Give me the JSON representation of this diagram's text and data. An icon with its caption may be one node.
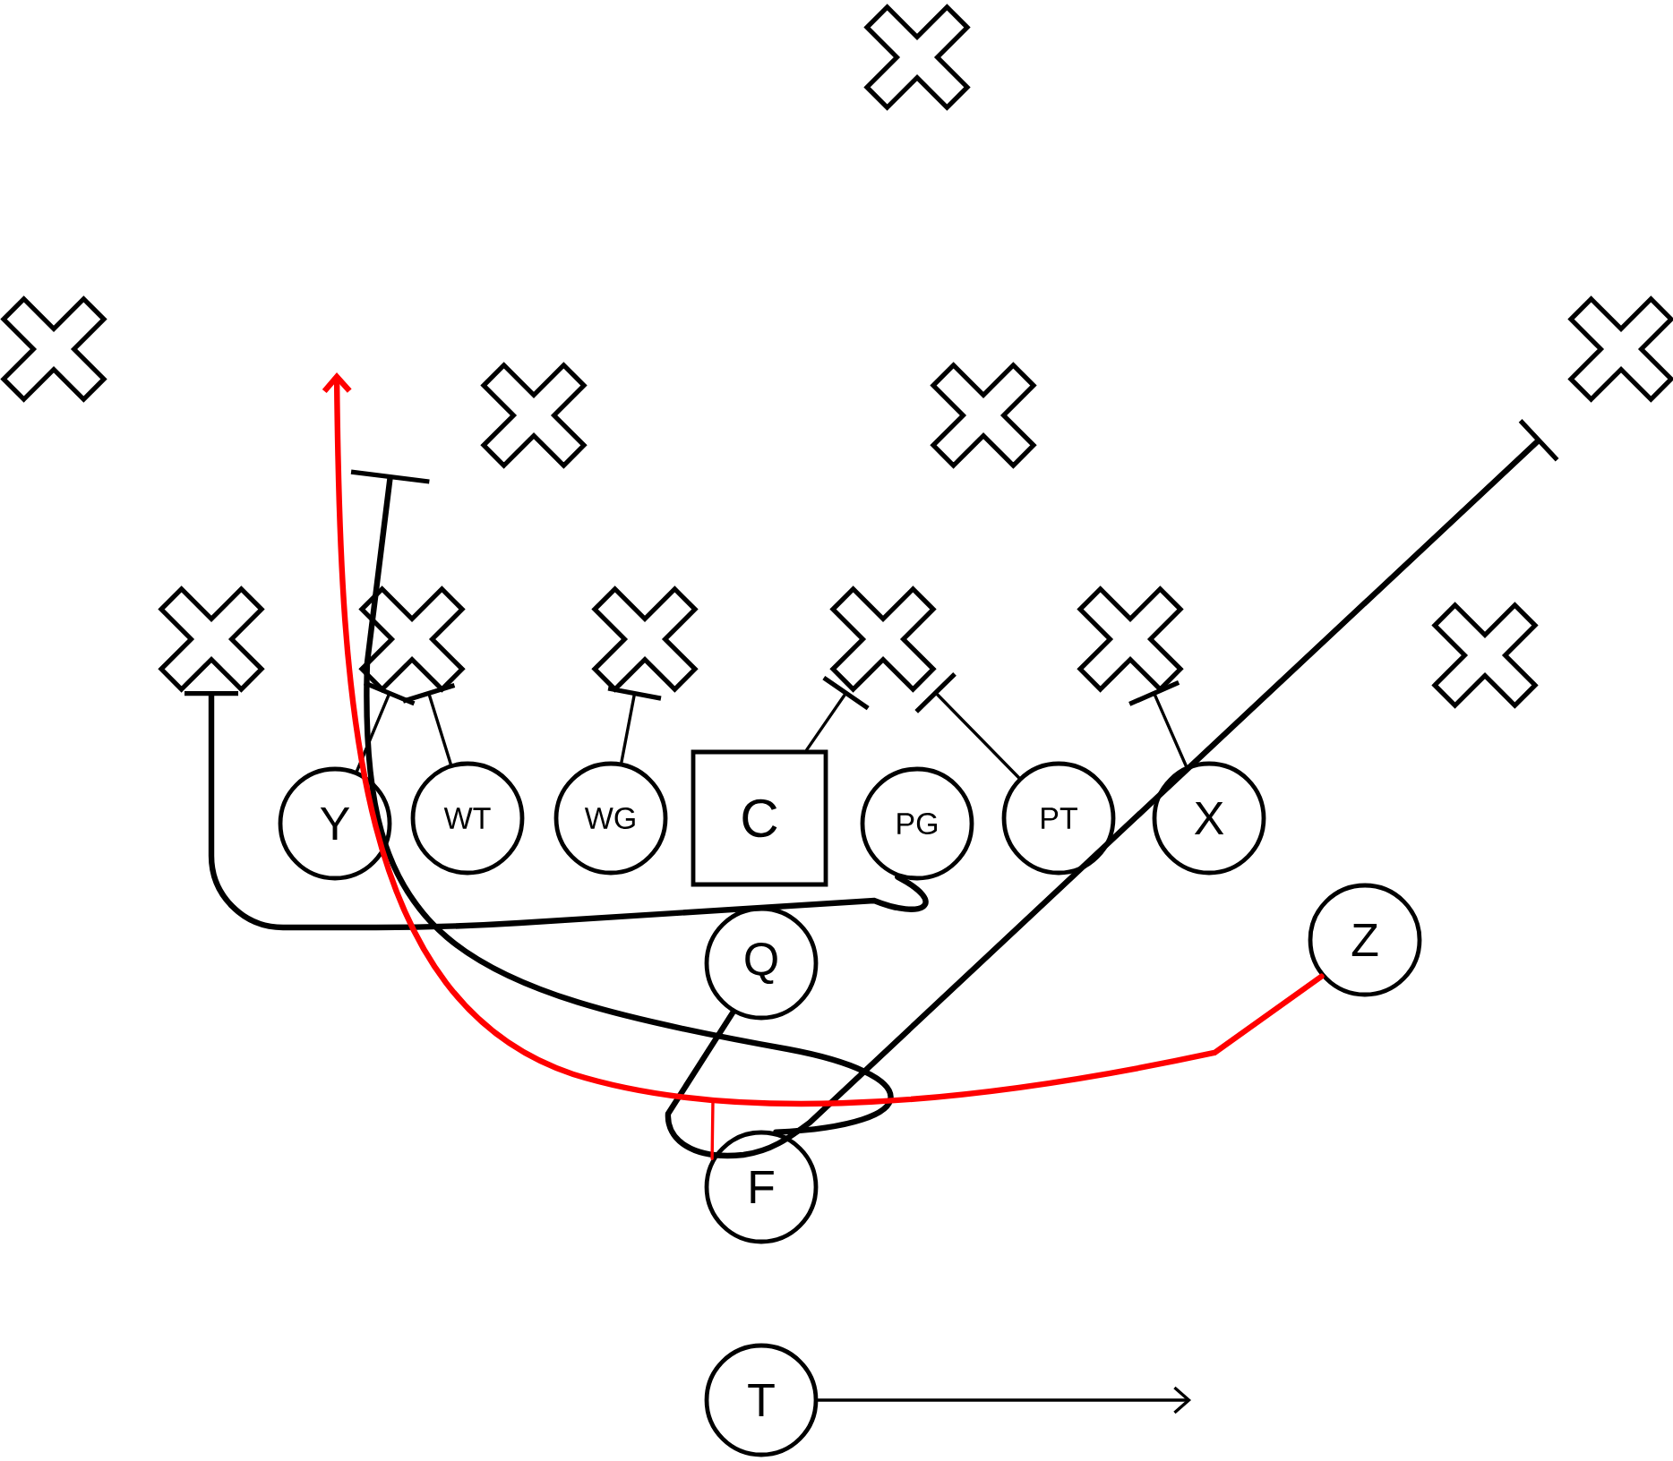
{
  "diagram": {
    "nodes": [
      {
        "text": [],
        "shape": "cross"
      },
      {
        "text": [],
        "shape": "cross"
      },
      {
        "text": [],
        "shape": "cross"
      },
      {
        "text": [],
        "shape": "cross"
      },
      {
        "text": [],
        "shape": "cross"
      },
      {
        "text": [],
        "shape": "cross"
      },
      {
        "text": [],
        "shape": "cross"
      },
      {
        "text": [],
        "shape": "cross"
      },
      {
        "text": [],
        "shape": "cross"
      },
      {
        "text": [],
        "shape": "cross"
      },
      {
        "text": [],
        "shape": "cross"
      },
      {
        "text": [
          "Y"
        ]
      },
      {
        "text": [
          "WT"
        ]
      },
      {
        "text": [
          "WG"
        ]
      },
      {
        "text": [
          "C"
        ]
      },
      {
        "text": [
          "PG"
        ]
      },
      {
        "text": [
          "PT"
        ]
      },
      {
        "text": [
          "X"
        ]
      },
      {
        "text": [
          "Z"
        ]
      },
      {
        "text": [
          "Q"
        ]
      },
      {
        "text": [
          "F"
        ]
      },
      {
        "text": [
          "T"
        ]
      }
    ],
    "edges": [
      {
        "from": 11,
        "to": 6,
        "arrow": "other"
      },
      {
        "from": 12,
        "to": 6,
        "arrow": "other"
      },
      {
        "from": 13,
        "to": 7,
        "arrow": "other"
      },
      {
        "from": 14,
        "to": 8,
        "arrow": "other"
      },
      {
        "from": 16,
        "to": 8,
        "arrow": "other"
      },
      {
        "from": 17,
        "to": 9,
        "arrow": "other"
      },
      {
        "from": 15,
        "to": 5,
        "arrow": "other",
        "style": "thick"
      },
      {
        "from": 20,
        "to": null,
        "arrow": "other",
        "style": "thick"
      },
      {
        "from": 19,
        "to": null,
        "arrow": "other",
        "style": "thick"
      },
      {
        "from": 18,
        "to": null,
        "arrow": "to",
        "style": "thick",
        "color": "#ff0000"
      },
      {
        "from": 21,
        "to": null,
        "arrow": "to"
      },
      {
        "from": 20,
        "to": null,
        "arrow": "none",
        "color": "#ff0000"
      }
    ]
  }
}
